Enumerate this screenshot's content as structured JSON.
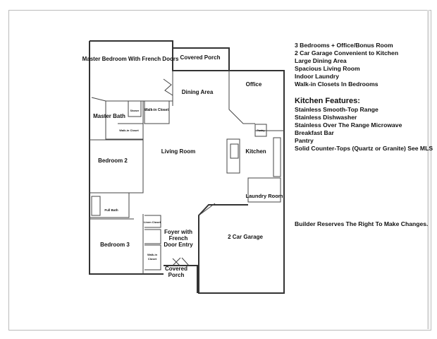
{
  "features": [
    "3 Bedrooms + Office/Bonus Room",
    "2 Car Garage Convenient to Kitchen",
    "Large Dining Area",
    "Spacious Living Room",
    "Indoor Laundry",
    "Walk-in Closets In Bedrooms"
  ],
  "kitchen_heading": "Kitchen Features:",
  "kitchen_features": [
    "Stainless Smooth-Top Range",
    "Stainless Dishwasher",
    "Stainless Over The Range Microwave",
    "Breakfast Bar",
    "Pantry",
    "Solid Counter-Tops (Quartz or Granite) See MLS"
  ],
  "disclaimer": "Builder Reserves The Right To Make Changes.",
  "rooms": {
    "master_bedroom": "Master Bedroom With French Doors",
    "covered_porch_rear": "Covered Porch",
    "dining": "Dining Area",
    "office": "Office",
    "master_bath": "Master Bath",
    "shower": "Shower",
    "walk_in_closet_master": "Walk-in Closet",
    "walk_in_closet_2": "Walk-in Closet",
    "bedroom2": "Bedroom 2",
    "living": "Living Room",
    "kitchen": "Kitchen",
    "pantry": "Pantry",
    "laundry": "Laundry Room",
    "full_bath": "Full Bath",
    "linen_closet": "Linen Closet",
    "foyer_1": "Foyer with",
    "foyer_2": "French",
    "foyer_3": "Door Entry",
    "bedroom3": "Bedroom 3",
    "walk_in_closet_3a": "Walk-in",
    "walk_in_closet_3b": "Closet",
    "garage": "2 Car Garage",
    "covered_porch_front_1": "Covered",
    "covered_porch_front_2": "Porch"
  }
}
